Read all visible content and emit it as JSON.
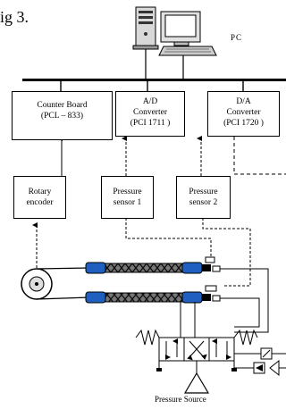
{
  "figure": {
    "caption_fragment": "ig 3."
  },
  "pc": {
    "label": "PC"
  },
  "boards": [
    {
      "lines": [
        "Counter Board",
        "(PCL – 833)"
      ]
    },
    {
      "lines": [
        "A/D",
        "Converter",
        "(PCI 1711 )"
      ]
    },
    {
      "lines": [
        "D/A",
        "Converter",
        "(PCI 1720 )"
      ]
    }
  ],
  "sensors": [
    {
      "lines": [
        "Rotary",
        "encoder"
      ]
    },
    {
      "lines": [
        "Pressure",
        "sensor 1"
      ]
    },
    {
      "lines": [
        "Pressure",
        "sensor 2"
      ]
    }
  ],
  "pressure_source": {
    "label": "Pressure Source"
  }
}
